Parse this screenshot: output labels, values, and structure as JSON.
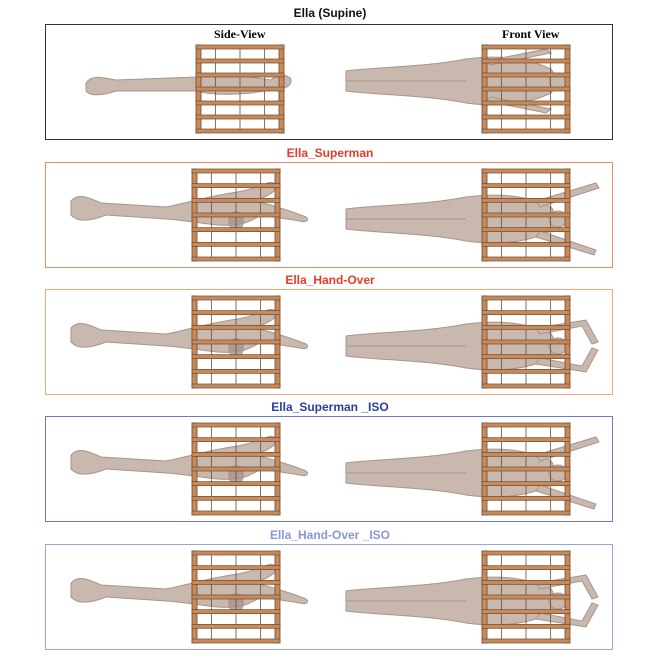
{
  "figure": {
    "sections": [
      {
        "title": "Ella (Supine)",
        "color": "#111111",
        "border": "#333333",
        "side_label": "Side-View",
        "front_label": "Front View",
        "pose": "supine"
      },
      {
        "title": "Ella_Superman",
        "color": "#e53b2c",
        "border": "#f08a6a",
        "side_label": "",
        "front_label": "",
        "pose": "superman"
      },
      {
        "title": "Ella_Hand-Over",
        "color": "#e53b2c",
        "border": "#f3a57e",
        "side_label": "",
        "front_label": "",
        "pose": "handover"
      },
      {
        "title": "Ella_Superman _ISO",
        "color": "#2b3fa0",
        "border": "#6a79c9",
        "side_label": "",
        "front_label": "",
        "pose": "superman"
      },
      {
        "title": "Ella_Hand-Over _ISO",
        "color": "#8a96d6",
        "border": "#9aa4dc",
        "side_label": "",
        "front_label": "",
        "pose": "handover"
      }
    ],
    "colors": {
      "body": "#c9b8ae",
      "body_shade": "#a8958b",
      "coil": "#c98a5a",
      "coil_dark": "#6b4a33"
    }
  }
}
